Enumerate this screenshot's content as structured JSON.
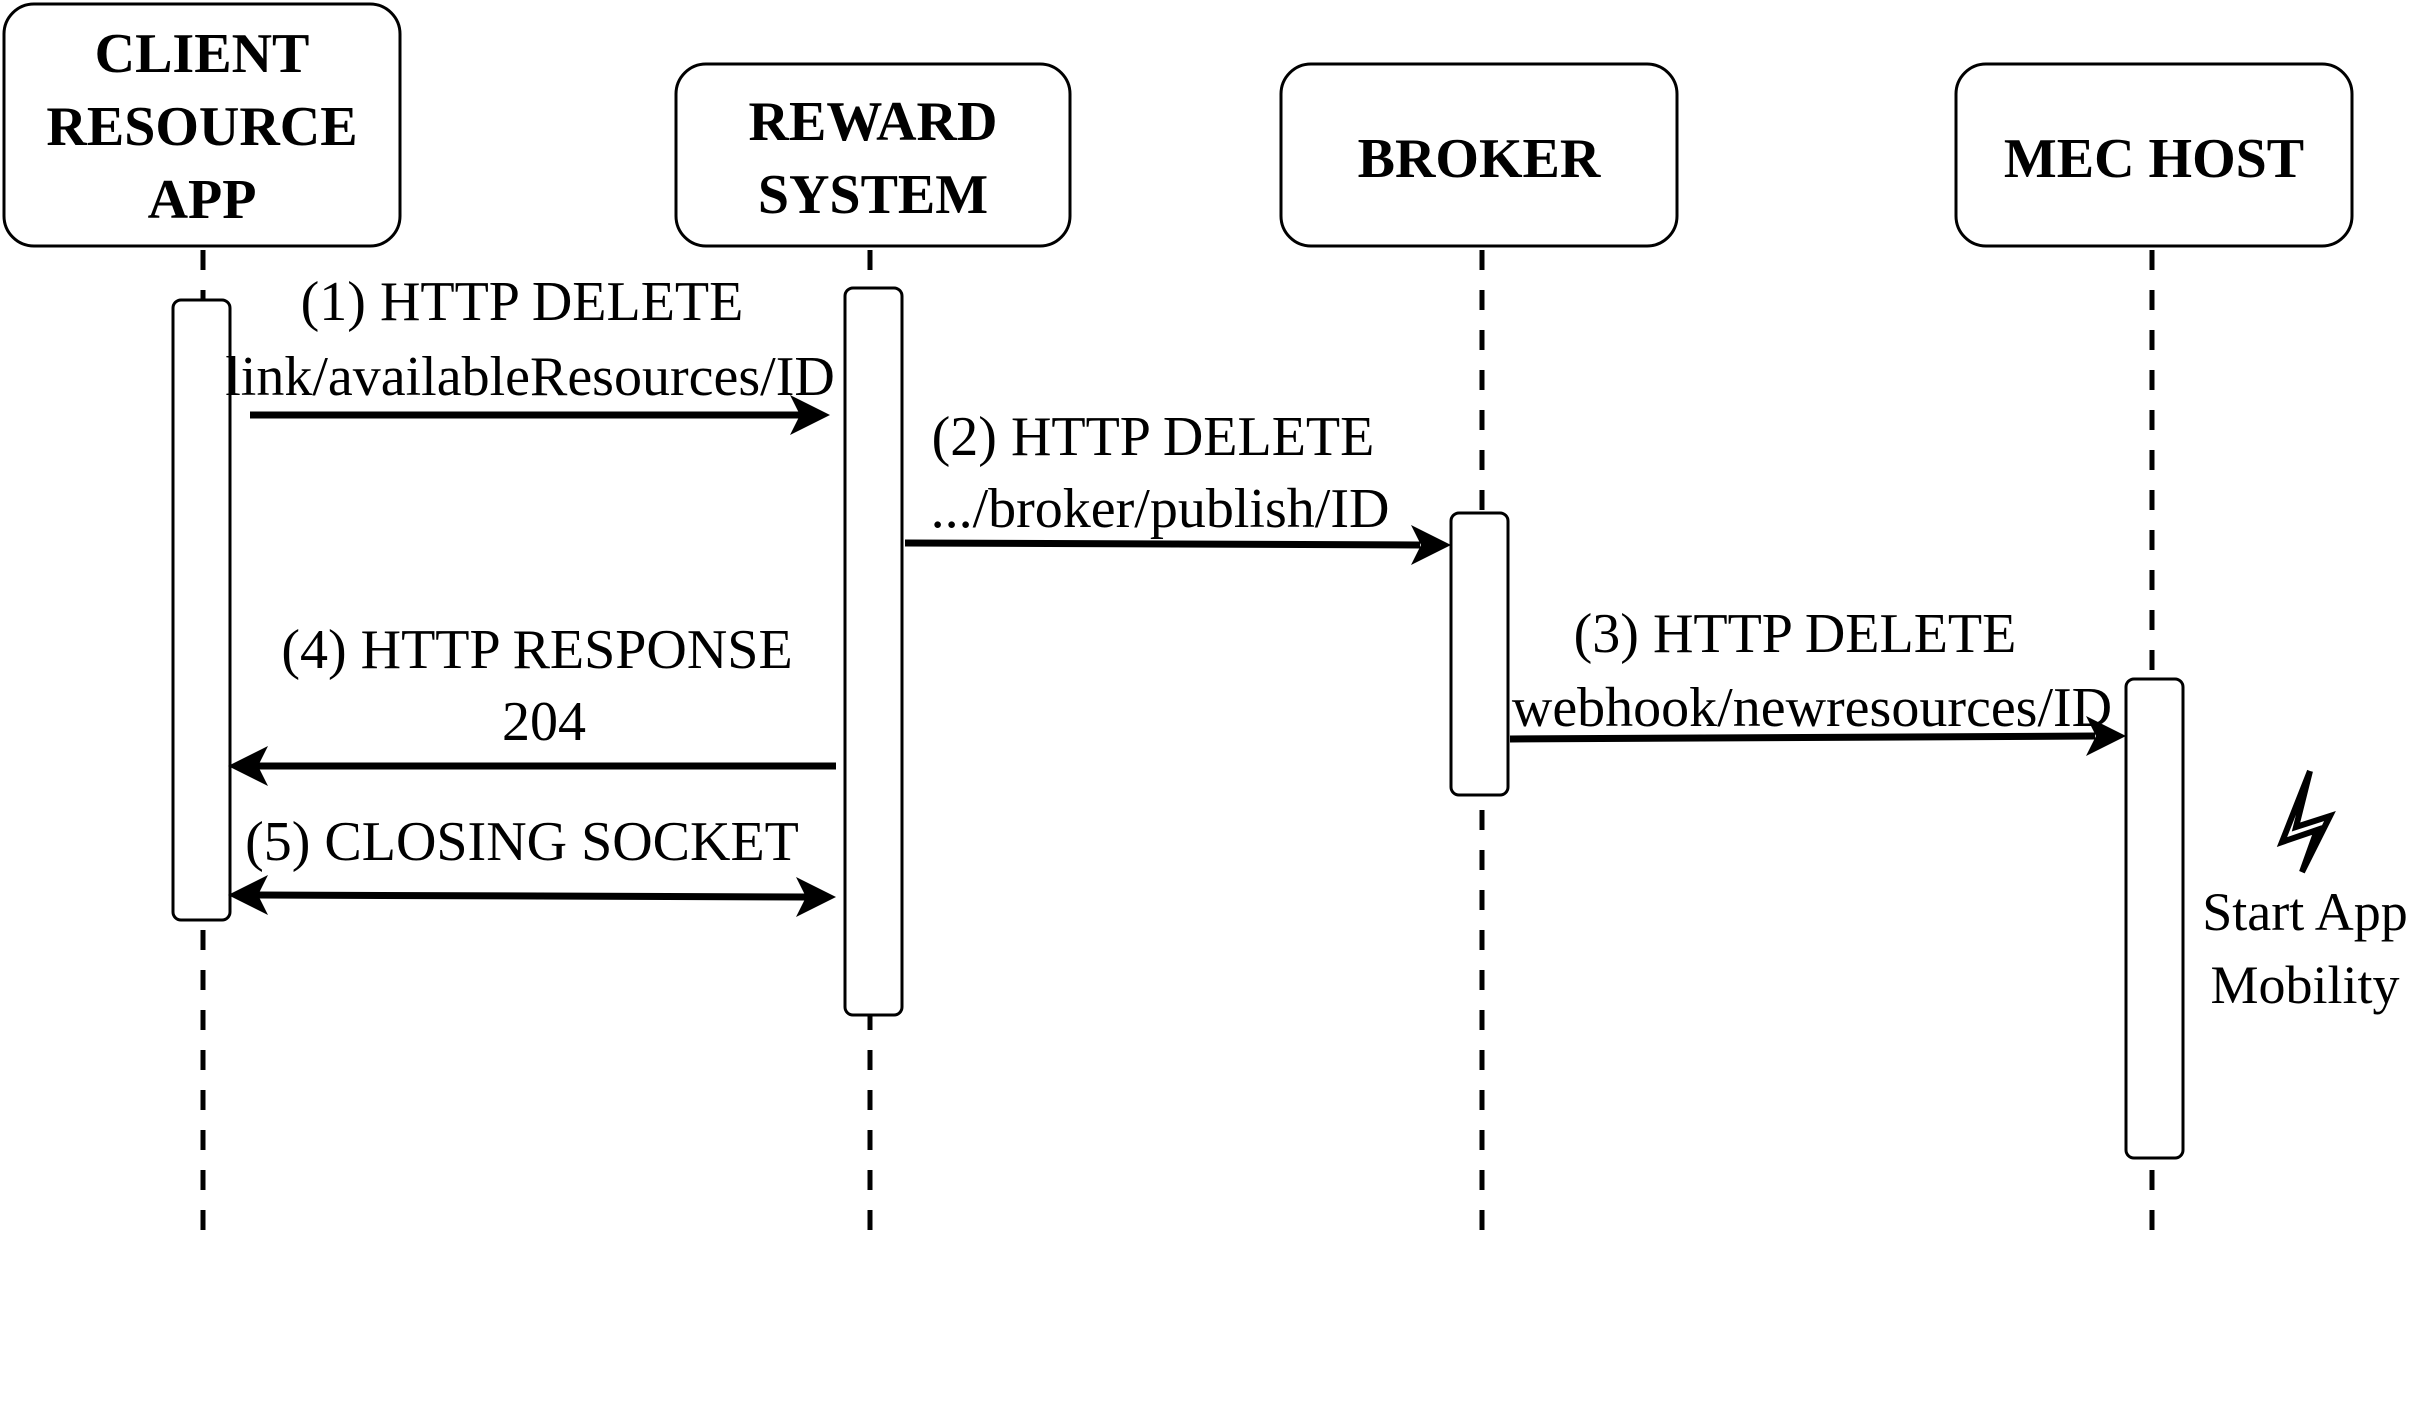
{
  "participants": [
    {
      "lines": [
        "CLIENT",
        "RESOURCE",
        "APP"
      ]
    },
    {
      "lines": [
        "REWARD",
        "SYSTEM"
      ]
    },
    {
      "lines": [
        "BROKER"
      ]
    },
    {
      "lines": [
        "MEC HOST"
      ]
    }
  ],
  "messages": [
    {
      "lines": [
        "(1) HTTP DELETE",
        "link/availableResources/ID"
      ],
      "from": 0,
      "to": 1,
      "direction": "right"
    },
    {
      "lines": [
        "(2) HTTP DELETE",
        ".../broker/publish/ID"
      ],
      "from": 1,
      "to": 2,
      "direction": "right"
    },
    {
      "lines": [
        "(3) HTTP DELETE",
        "webhook/newresources/ID"
      ],
      "from": 2,
      "to": 3,
      "direction": "right"
    },
    {
      "lines": [
        "(4) HTTP RESPONSE",
        "204"
      ],
      "from": 1,
      "to": 0,
      "direction": "left"
    },
    {
      "lines": [
        "(5) CLOSING SOCKET"
      ],
      "from": 0,
      "to": 1,
      "direction": "both"
    }
  ],
  "note": {
    "icon": "lightning-bolt-icon",
    "lines": [
      "Start App",
      "Mobility"
    ]
  }
}
